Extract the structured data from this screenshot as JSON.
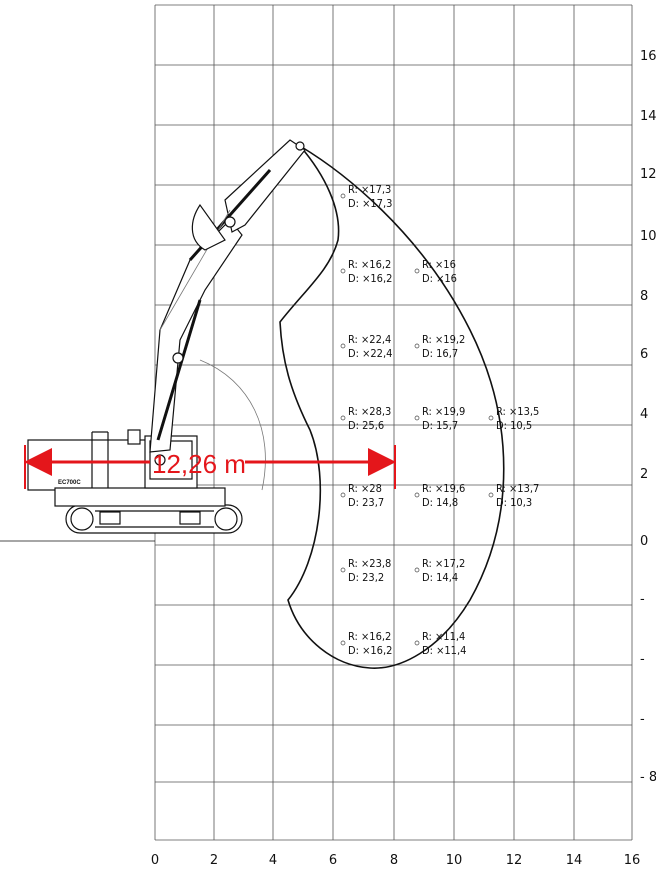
{
  "x_axis_ticks": [
    "0",
    "2",
    "4",
    "6",
    "8",
    "10",
    "12",
    "14",
    "16"
  ],
  "y_axis_ticks": [
    "16",
    "14",
    "12",
    "10",
    "8",
    "6",
    "4",
    "2",
    "0",
    "-",
    "-",
    "-",
    "- 8"
  ],
  "reach_annotation": "12,26 m",
  "machine_model": "EC700C",
  "load_points": [
    {
      "r": "R: ×17,3",
      "d": "D: ×17,3"
    },
    {
      "r": "R: ×16,2",
      "d": "D: ×16,2"
    },
    {
      "r": "R: ×16",
      "d": "D: ×16"
    },
    {
      "r": "R: ×22,4",
      "d": "D: ×22,4"
    },
    {
      "r": "R: ×19,2",
      "d": "D: 16,7"
    },
    {
      "r": "R: ×28,3",
      "d": "D: 25,6"
    },
    {
      "r": "R: ×19,9",
      "d": "D: 15,7"
    },
    {
      "r": "R: ×13,5",
      "d": "D: 10,5"
    },
    {
      "r": "R: ×28",
      "d": "D: 23,7"
    },
    {
      "r": "R: ×19,6",
      "d": "D: 14,8"
    },
    {
      "r": "R: ×13,7",
      "d": "D: 10,3"
    },
    {
      "r": "R: ×23,8",
      "d": "D: 23,2"
    },
    {
      "r": "R: ×17,2",
      "d": "D: 14,4"
    },
    {
      "r": "R: ×16,2",
      "d": "D: ×16,2"
    },
    {
      "r": "R: ×11,4",
      "d": "D: ×11,4"
    }
  ],
  "colors": {
    "grid": "#555555",
    "outline": "#111111",
    "arrow": "#e4161b"
  }
}
